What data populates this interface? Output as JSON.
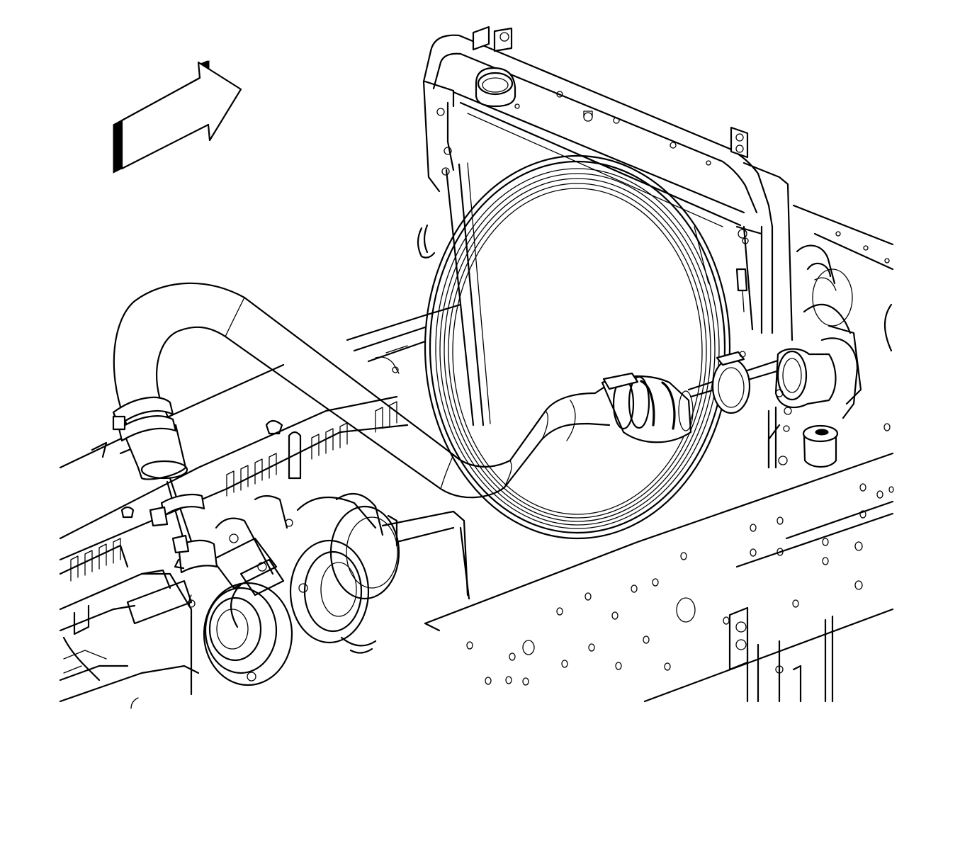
{
  "diagram": {
    "kind": "technical line illustration",
    "colors": {
      "line": "#000000",
      "background": "#ffffff"
    },
    "orientation_arrow": {
      "icon": "front-direction-arrow-icon",
      "direction": "up-right"
    },
    "components": [
      "radiator-fan-shroud",
      "cooling-fan-ring",
      "charge-air-cooler-outlet-pipe",
      "pipe-hose-clamps",
      "turbocharger",
      "engine-valve-cover",
      "frame-rail",
      "frame-crossmember",
      "radiator-upper-hose-neck"
    ]
  }
}
